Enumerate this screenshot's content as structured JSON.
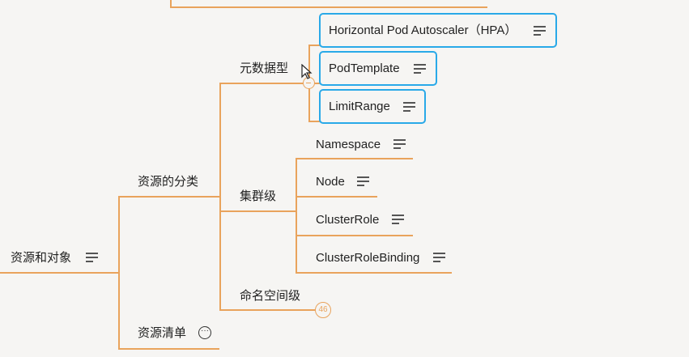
{
  "root": {
    "label": "资源和对象"
  },
  "branches": {
    "classification": {
      "label": "资源的分类",
      "metadata": {
        "label": "元数据型",
        "items": [
          "Horizontal Pod Autoscaler（HPA）",
          "PodTemplate",
          "LimitRange"
        ]
      },
      "cluster": {
        "label": "集群级",
        "items": [
          "Namespace",
          "Node",
          "ClusterRole",
          "ClusterRoleBinding"
        ]
      },
      "namespace": {
        "label": "命名空间级",
        "collapsed_count": "46"
      }
    },
    "manifest": {
      "label": "资源清单"
    }
  },
  "colors": {
    "line": "#e9a35c",
    "selection": "#29a9e8",
    "background": "#f6f5f3"
  }
}
